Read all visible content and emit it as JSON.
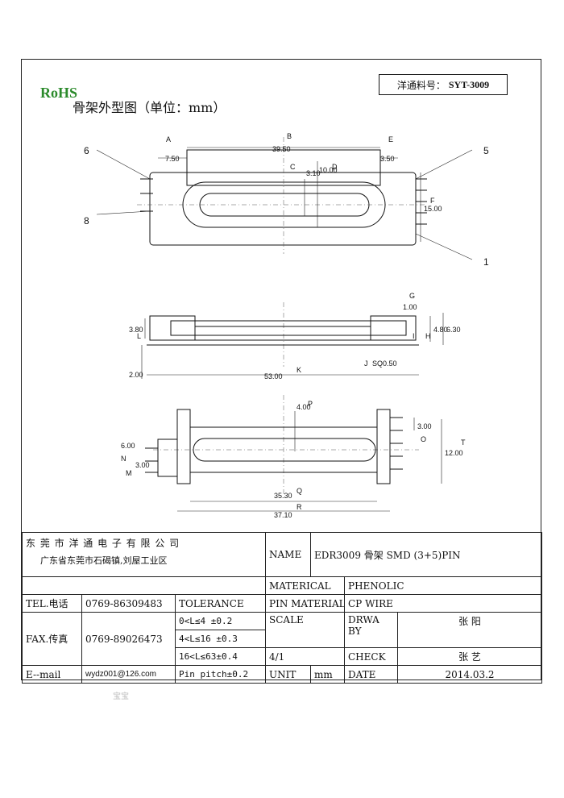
{
  "header": {
    "rohs": "RoHS",
    "drawing_title": "骨架外型图（单位：mm）",
    "part_label": "洋通料号：",
    "part_number": "SYT-3009"
  },
  "drawing": {
    "pins": [
      "6",
      "5",
      "8",
      "1"
    ],
    "top_view_dims": [
      "7.50",
      "39.50",
      "3.50",
      "3.10",
      "10.00",
      "15.00"
    ],
    "top_view_markers": [
      "A",
      "B",
      "E",
      "C",
      "D",
      "F"
    ],
    "side_view_dims": [
      "1.00",
      "3.80",
      "4.80",
      "6.30",
      "2.00",
      "SQ0.50",
      "53.00"
    ],
    "side_view_markers": [
      "G",
      "L",
      "H",
      "I",
      "J",
      "K"
    ],
    "bottom_view_dims": [
      "4.00",
      "6.00",
      "3.00",
      "3.00",
      "12.00",
      "35.30",
      "37.10"
    ],
    "bottom_view_markers": [
      "P",
      "N",
      "M",
      "O",
      "Q",
      "R",
      "T"
    ]
  },
  "title_block": {
    "company": "东 莞 市 洋 通 电 子 有 限 公 司",
    "address": "广东省东莞市石碣镇,刘屋工业区",
    "name_label": "NAME",
    "name_value": "EDR3009  骨架 SMD (3+5)PIN",
    "material_label": "MATERICAL",
    "material_value": "PHENOLIC",
    "tel_label": "TEL.电话",
    "tel_value": "0769-86309483",
    "tolerance_label": "TOLERANCE",
    "pin_material_label": "PIN MATERIAL",
    "pin_material_value": "CP WIRE",
    "tol1": "0<L≤4   ±0.2",
    "tol2": "4<L≤16  ±0.3",
    "tol3": "16<L≤63±0.4",
    "tol4": "Pin pitch±0.2",
    "scale_label": "SCALE",
    "scale_value": "4/1",
    "drawn_label": "DRWA BY",
    "drawn_value": "张 阳",
    "check_label": "CHECK",
    "check_value": "张 艺",
    "fax_label": "FAX.传真",
    "fax_value": "0769-89026473",
    "email_label": "E--mail",
    "email_value": "wydz001@126.com",
    "unit_label": "UNIT",
    "unit_value": "mm",
    "date_label": "DATE",
    "date_value": "2014.03.2"
  },
  "footer": {
    "mark": "宝宝"
  }
}
